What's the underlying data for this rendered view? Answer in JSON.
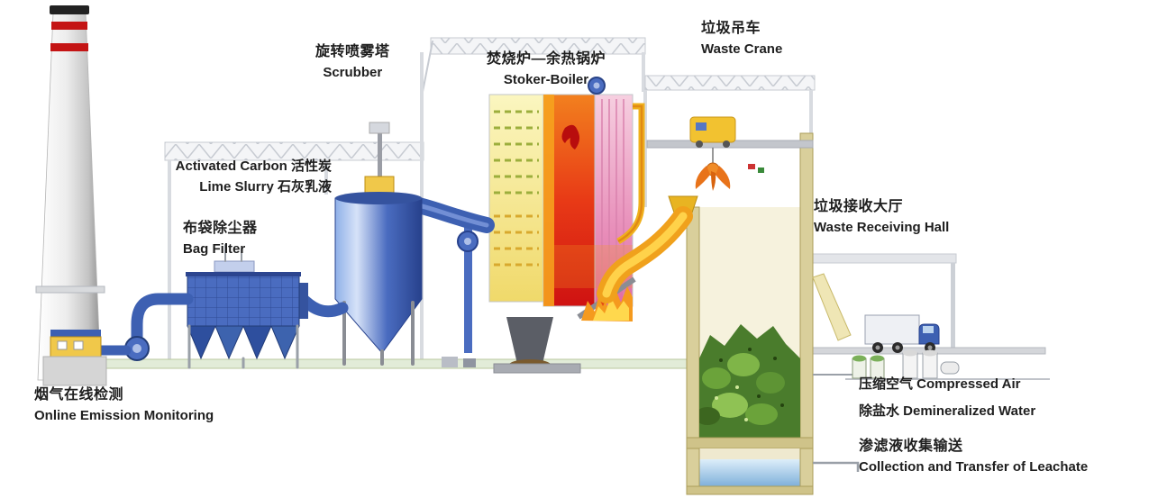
{
  "diagram": {
    "labels": {
      "scrubber": {
        "zh": "旋转喷雾塔",
        "en": "Scrubber"
      },
      "stoker_boiler": {
        "zh": "焚烧炉—余热锅炉",
        "en": "Stoker-Boiler"
      },
      "waste_crane": {
        "zh": "垃圾吊车",
        "en": "Waste Crane"
      },
      "activated_carbon": "Activated Carbon 活性炭",
      "lime_slurry": "Lime Slurry 石灰乳液",
      "bag_filter": {
        "zh": "布袋除尘器",
        "en": "Bag Filter"
      },
      "waste_receiving_hall": {
        "zh": "垃圾接收大厅",
        "en": "Waste Receiving Hall"
      },
      "online_emission_monitoring": {
        "zh": "烟气在线检测",
        "en": "Online Emission Monitoring"
      },
      "compressed_air": "压缩空气  Compressed Air",
      "demineralized_water": "除盐水  Demineralized Water",
      "leachate_collection": {
        "zh": "渗滤液收集输送",
        "en": "Collection and Transfer of Leachate"
      }
    },
    "colors": {
      "duct_blue": "#3d60b2",
      "equipment_blue": "#4a6cc0",
      "furnace_red": "#d61a16",
      "flame_orange": "#f59a1e",
      "flame_yellow": "#ffd84d",
      "economizer_pink": "#e06aa4",
      "pass_yellow": "#f7efa0",
      "waste_green": "#4a7c2c",
      "wall_tan": "#d9cf9b",
      "stack_band_red": "#c41414",
      "crane_yellow": "#f2c230",
      "water_blue": "#7fb0da"
    }
  }
}
